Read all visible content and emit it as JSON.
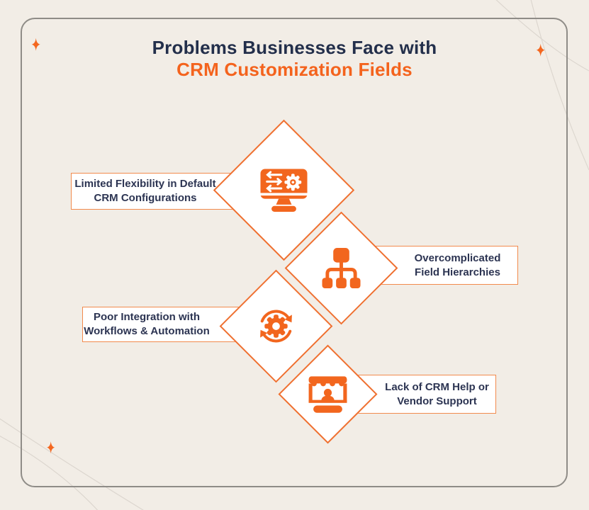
{
  "title": {
    "line1": "Problems Businesses Face with",
    "line2": "CRM Customization Fields"
  },
  "problems": [
    {
      "icon": "monitor-settings-icon",
      "line1": "Limited Flexibility in Default",
      "line2": "CRM Configurations"
    },
    {
      "icon": "hierarchy-icon",
      "line1": "Overcomplicated",
      "line2": "Field Hierarchies"
    },
    {
      "icon": "gear-sync-icon",
      "line1": "Poor Integration with",
      "line2": "Workflows & Automation"
    },
    {
      "icon": "storefront-vendor-icon",
      "line1": "Lack of CRM Help or",
      "line2": "Vendor Support"
    }
  ],
  "colors": {
    "background": "#f2ede6",
    "card_border": "#8f8c87",
    "accent_orange": "#f2661e",
    "diamond_border": "#ef7030",
    "label_border": "#f28a4d",
    "heading_navy": "#232f4b",
    "heading_orange": "#f4631d",
    "label_text": "#2c3452",
    "sparkle": "#f4671f",
    "corner_curve": "#d9d3cb"
  },
  "decorations": {
    "sparkle_count": 3,
    "sparkle_positions": [
      "top-left",
      "top-right",
      "bottom-left"
    ]
  }
}
